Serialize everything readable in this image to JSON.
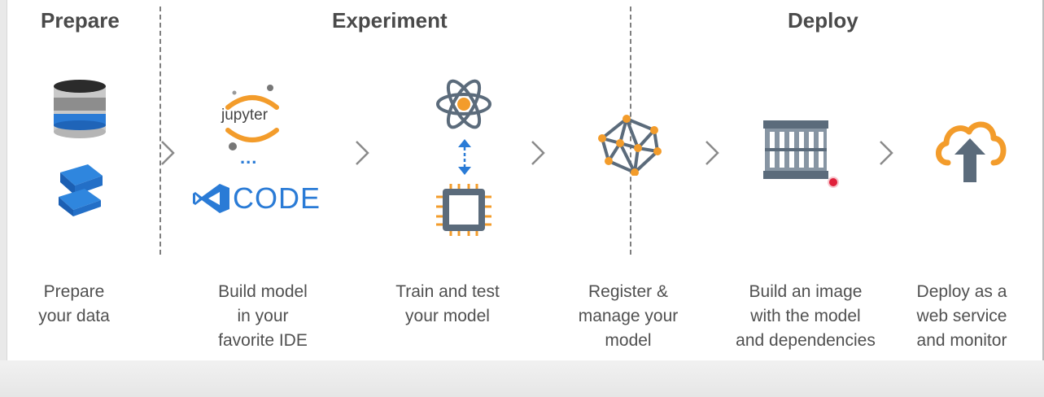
{
  "stages": [
    {
      "title": "Prepare"
    },
    {
      "title": "Experiment"
    },
    {
      "title": "Deploy"
    }
  ],
  "steps": [
    {
      "caption": [
        "Prepare",
        "your data"
      ]
    },
    {
      "caption": [
        "Build model",
        "in your",
        "favorite IDE"
      ]
    },
    {
      "caption": [
        "Train and test",
        "your model"
      ]
    },
    {
      "caption": [
        "Register &",
        "manage your",
        "model"
      ]
    },
    {
      "caption": [
        "Build an image",
        "with the model",
        "and dependencies"
      ]
    },
    {
      "caption": [
        "Deploy as a",
        "web service",
        "and monitor"
      ]
    }
  ],
  "ide_logos": {
    "jupyter": "jupyter",
    "ellipsis": "...",
    "code": "CODE"
  },
  "icons": [
    "database-icon",
    "azure-data-icon",
    "jupyter-icon",
    "vscode-icon",
    "atom-icon",
    "bidirectional-arrow-icon",
    "chip-icon",
    "network-graph-icon",
    "container-icon",
    "cloud-upload-icon",
    "chevron-right-icon"
  ],
  "colors": {
    "heading": "#4a4a4a",
    "caption": "#505050",
    "accent_orange": "#f39c2b",
    "accent_blue": "#2a7bd6",
    "slate": "#5b6b7b"
  }
}
